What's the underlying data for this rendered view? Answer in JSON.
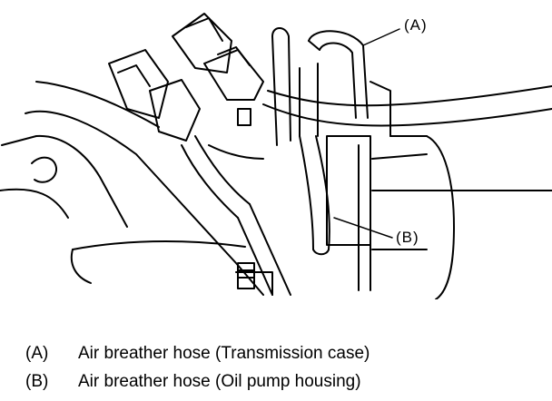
{
  "callouts": {
    "a": "(A)",
    "b": "(B)"
  },
  "legend": [
    {
      "key": "(A)",
      "text": "Air breather hose (Transmission case)"
    },
    {
      "key": "(B)",
      "text": "Air breather hose (Oil pump housing)"
    }
  ]
}
